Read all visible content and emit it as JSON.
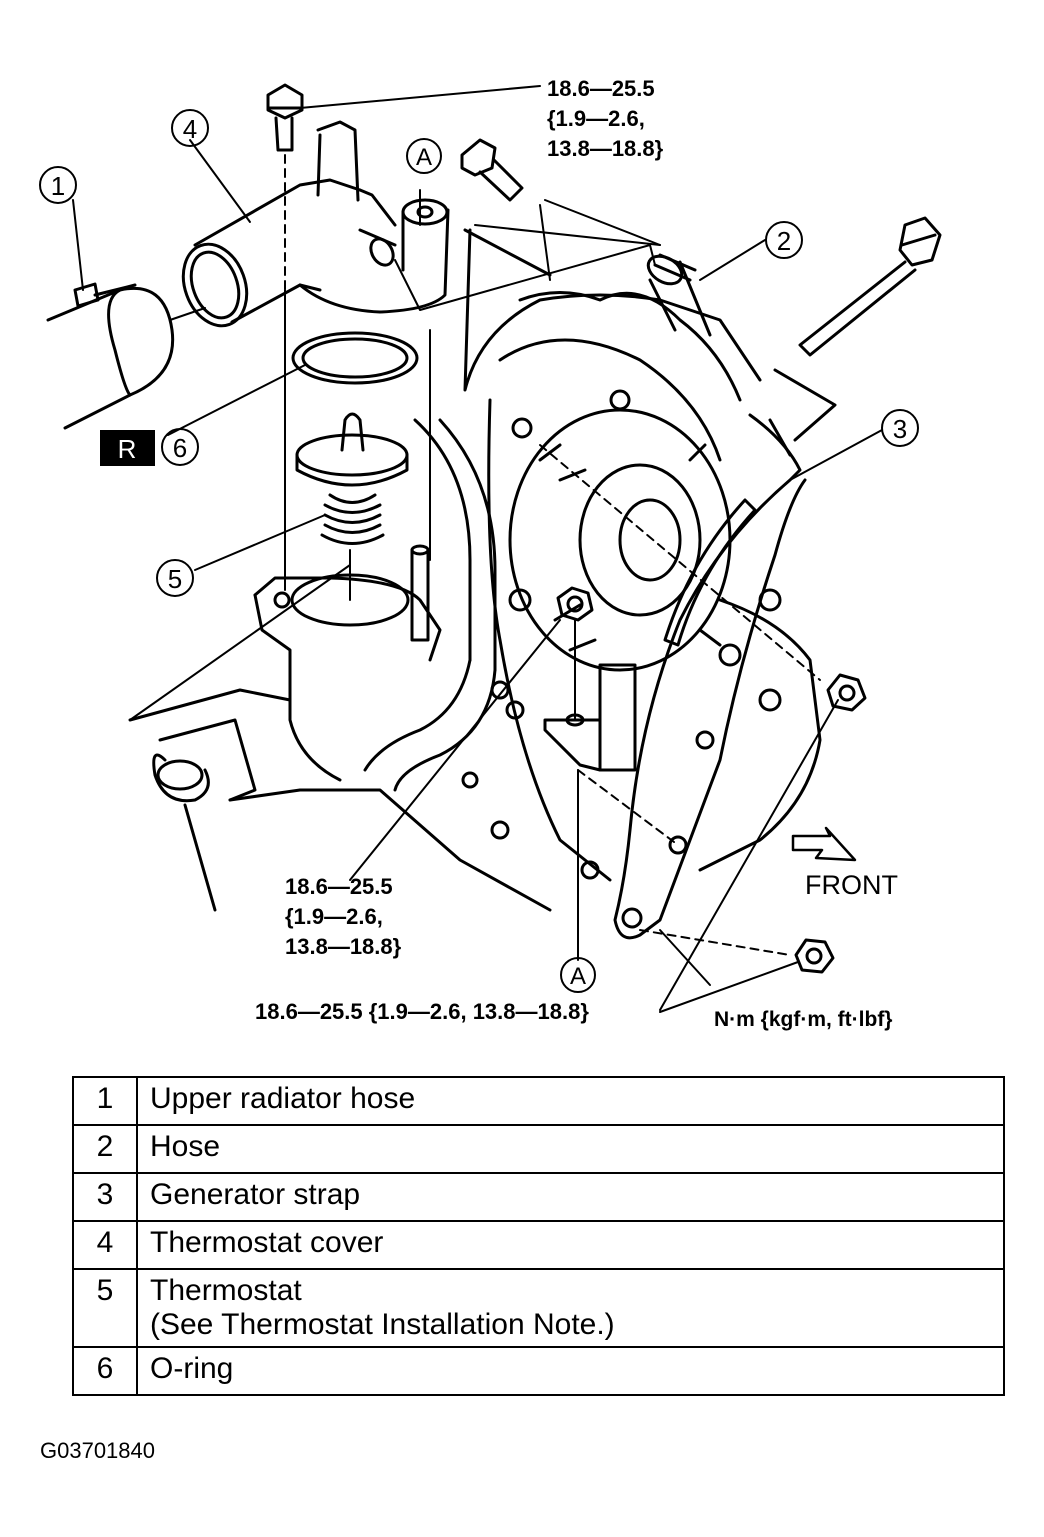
{
  "torque_labels": {
    "top": [
      "18.6—25.5",
      "{1.9—2.6,",
      "13.8—18.8}"
    ],
    "middle": [
      "18.6—25.5",
      "{1.9—2.6,",
      "13.8—18.8}"
    ],
    "bottom": "18.6—25.5 {1.9—2.6, 13.8—18.8}"
  },
  "units": "N·m {kgf·m, ft·lbf}",
  "front_label": "FRONT",
  "reference_marks": {
    "a_top": "A",
    "a_bottom": "A"
  },
  "replace_badge": "R",
  "callouts": [
    "1",
    "2",
    "3",
    "4",
    "5",
    "6"
  ],
  "legend": [
    {
      "num": "1",
      "text": "Upper radiator hose"
    },
    {
      "num": "2",
      "text": "Hose"
    },
    {
      "num": "3",
      "text": "Generator strap"
    },
    {
      "num": "4",
      "text": "Thermostat cover"
    },
    {
      "num": "5",
      "text": "Thermostat",
      "text2": "(See Thermostat Installation Note.)"
    },
    {
      "num": "6",
      "text": "O-ring"
    }
  ],
  "figure_code": "G03701840"
}
